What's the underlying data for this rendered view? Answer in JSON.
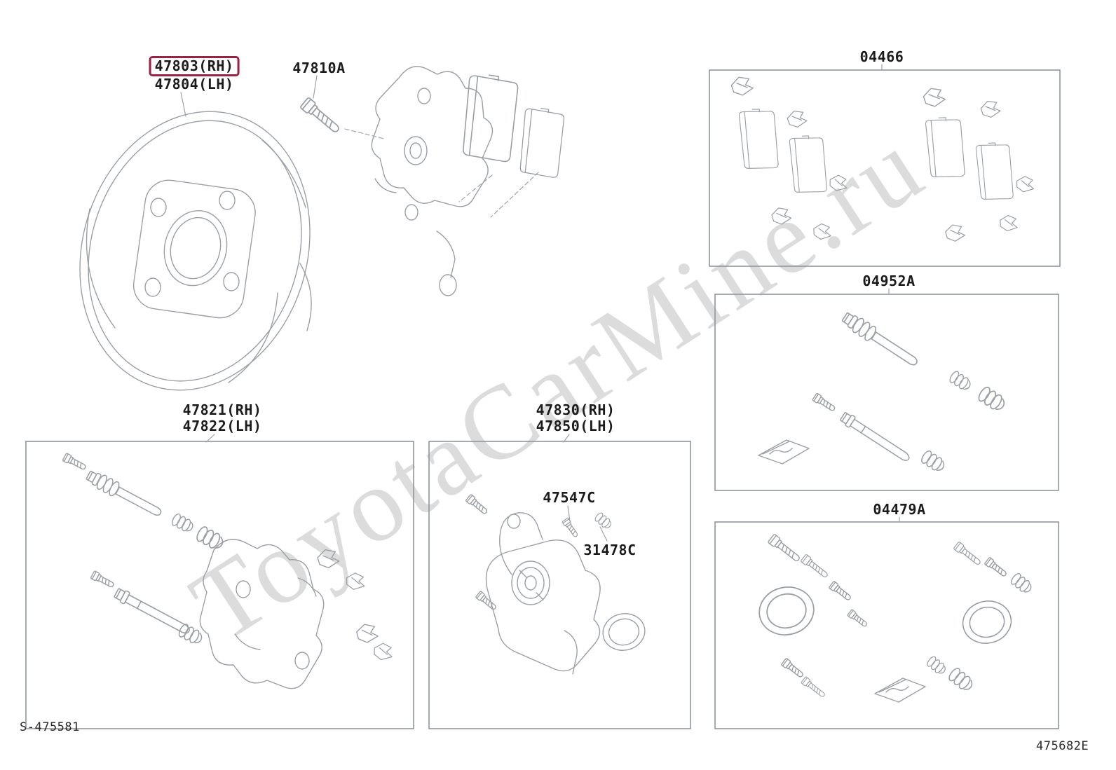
{
  "watermark": "ToyotaCarMine.ru",
  "footer": {
    "left_code": "S-475581",
    "right_code": "475682E"
  },
  "labels": {
    "dust_cover_rh": "47803(RH)",
    "dust_cover_lh": "47804(LH)",
    "mount_bolt": "47810A",
    "pad_kit_box": "04466",
    "pin_kit_box": "04952A",
    "cylinder_kit_box": "04479A",
    "mounting_bracket_rh": "47821(RH)",
    "mounting_bracket_lh": "47822(LH)",
    "caliper_assembly_rh": "47830(RH)",
    "caliper_assembly_lh": "47850(LH)",
    "bleeder_plug": "47547C",
    "bleeder_plug_cap": "31478C"
  },
  "colors": {
    "highlight_border": "#9b2142",
    "drawing_line": "#9aa0a6",
    "label_text": "#1b1b1b",
    "watermark": "#c0c0c0"
  }
}
